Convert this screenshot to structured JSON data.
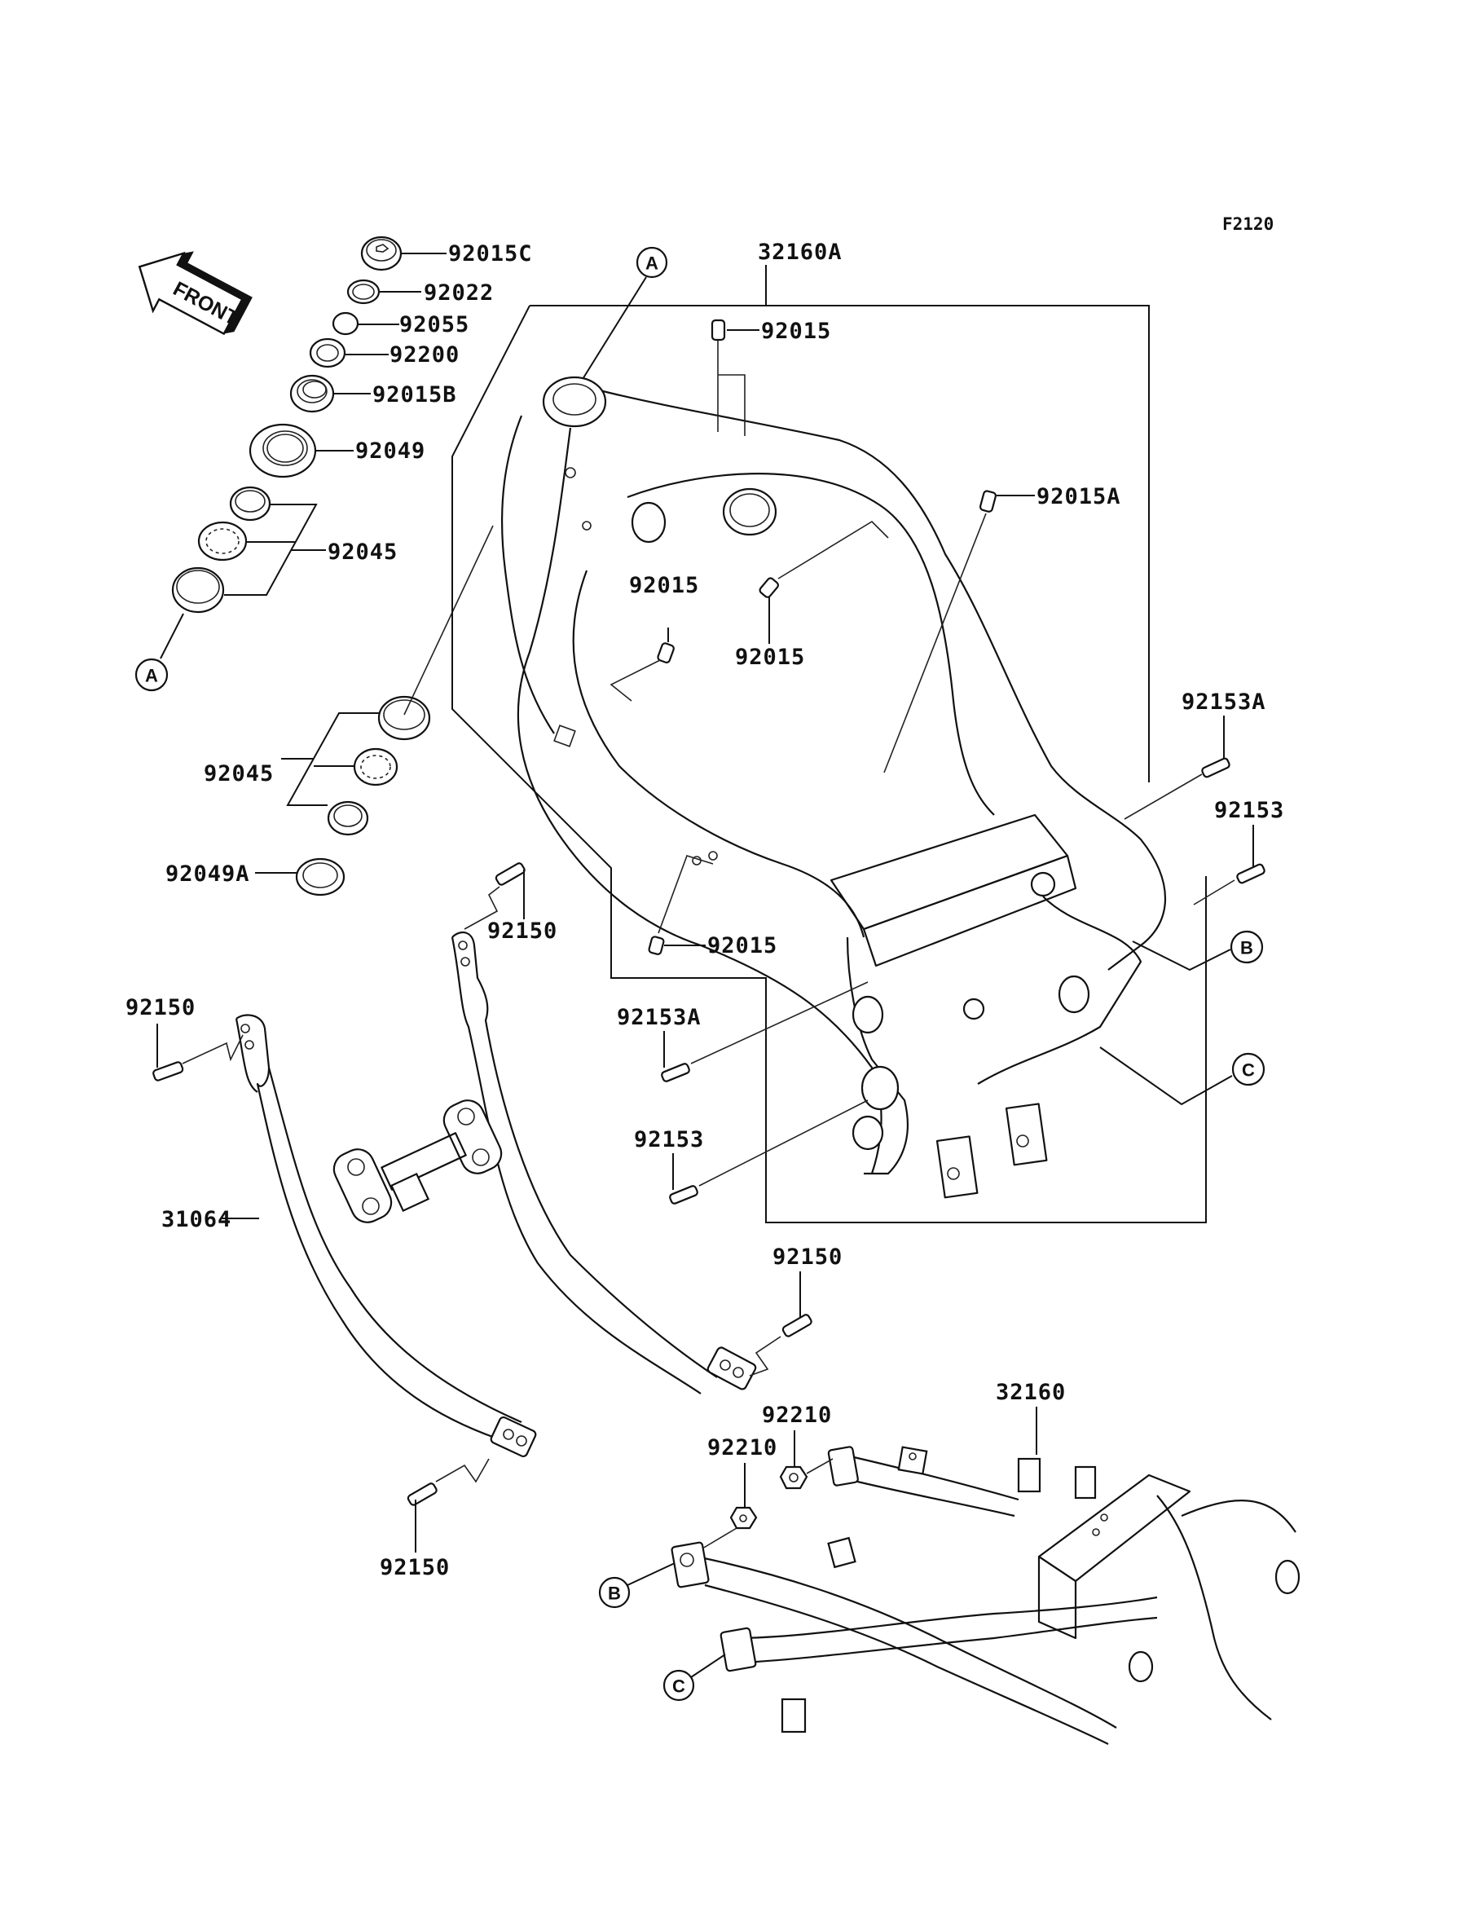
{
  "diagram": {
    "figure_code": "F2120",
    "front_arrow_label": "FRONT",
    "reference_marks": [
      "A",
      "B",
      "C"
    ],
    "part_labels": {
      "p92015C": "92015C",
      "p92022": "92022",
      "p92055": "92055",
      "p92200": "92200",
      "p92015B": "92015B",
      "p92049": "92049",
      "p92045_top": "92045",
      "p92045_bottom": "92045",
      "p92049A": "92049A",
      "p32160A": "32160A",
      "p92015_top": "92015",
      "p92015A": "92015A",
      "p92015_mid_left": "92015",
      "p92015_mid_right": "92015",
      "p92015_lower": "92015",
      "p92153A_right": "92153A",
      "p92153_right": "92153",
      "p92153A_left": "92153A",
      "p92153_left": "92153",
      "p92150_upper_mid": "92150",
      "p92150_left": "92150",
      "p31064": "31064",
      "p92150_lower_right": "92150",
      "p92150_bottom": "92150",
      "p92210_a": "92210",
      "p92210_b": "92210",
      "p32160": "32160"
    }
  }
}
